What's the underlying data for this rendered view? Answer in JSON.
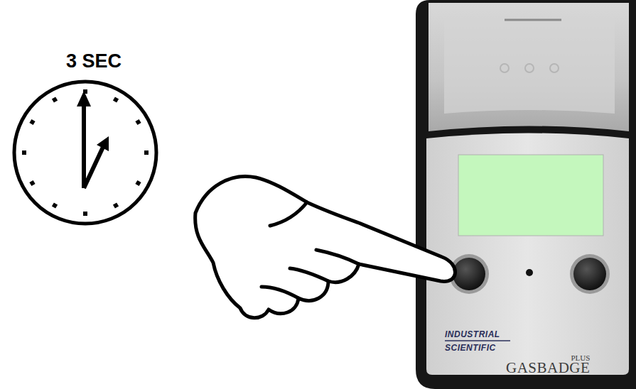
{
  "diagram": {
    "labels": [
      "3 SEC",
      "INDUSTRIAL",
      "SCIENTIFIC",
      "GASBADGE",
      "PLUS"
    ]
  }
}
